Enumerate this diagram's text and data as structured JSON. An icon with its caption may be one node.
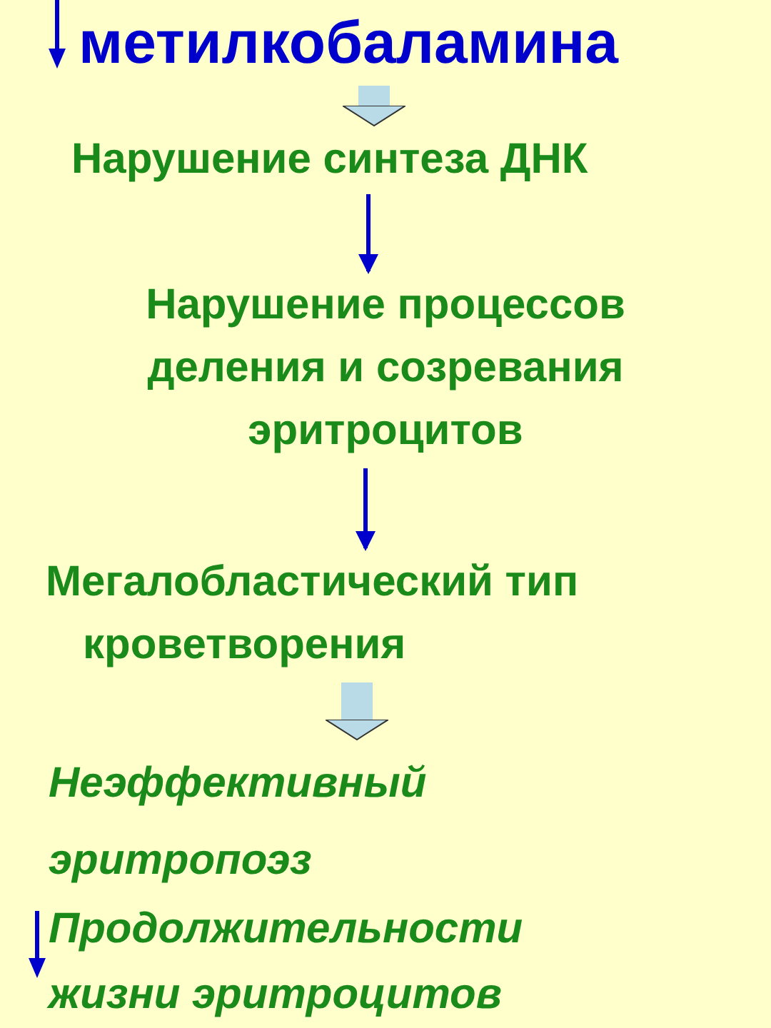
{
  "diagram": {
    "nodes": [
      {
        "text": [
          "метилкобаламина"
        ]
      },
      {
        "text": [
          "Нарушение синтеза ДНК"
        ]
      },
      {
        "text": [
          "Нарушение процессов деления и созревания эритроцитов"
        ]
      },
      {
        "text": [
          "Мегалобластический тип кроветворения"
        ]
      },
      {
        "text": [
          "Неэффективный эритропоэз"
        ]
      },
      {
        "text": [
          "Продолжительности жизни эритроцитов"
        ]
      }
    ],
    "edges": [
      {
        "from": 0,
        "to": 1,
        "arrow": "to",
        "style": "thick",
        "color": "#b9dbe8"
      },
      {
        "from": 1,
        "to": 2,
        "arrow": "to",
        "color": "#0000cc"
      },
      {
        "from": 2,
        "to": 3,
        "arrow": "to",
        "color": "#0000cc"
      },
      {
        "from": 3,
        "to": 4,
        "arrow": "to",
        "style": "thick",
        "color": "#b9dbe8"
      }
    ]
  }
}
